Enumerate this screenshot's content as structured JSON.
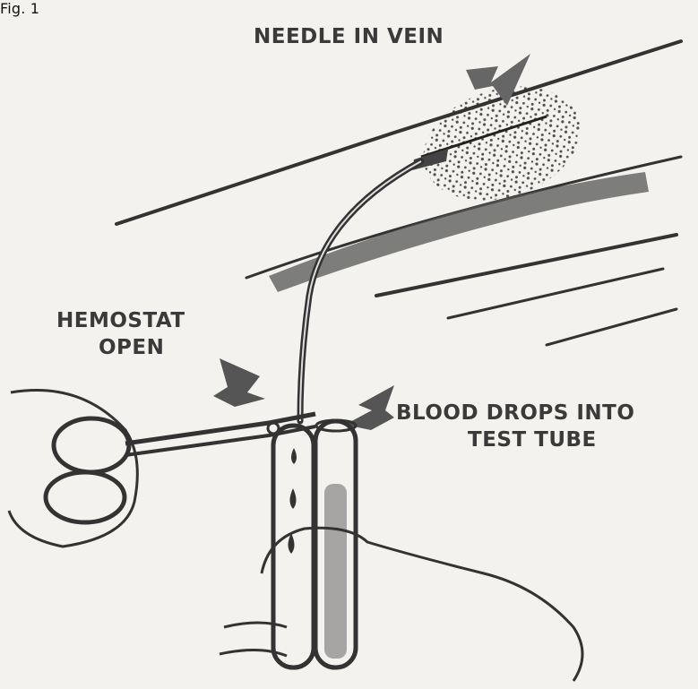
{
  "figure": {
    "label": "Fig. 1"
  },
  "labels": {
    "needle": "NEEDLE IN VEIN",
    "hemostat_line1": "HEMOSTAT",
    "hemostat_line2": "OPEN",
    "blood_line1": "BLOOD DROPS INTO",
    "blood_line2": "TEST TUBE"
  },
  "colors": {
    "ink": "#3a3a3a",
    "paper": "#f4f2ee"
  }
}
